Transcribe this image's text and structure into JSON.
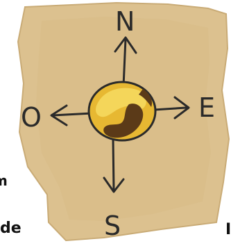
{
  "compass": {
    "north": "N",
    "east": "E",
    "south": "S",
    "west": "O"
  },
  "fragments": {
    "left_top": "m",
    "left_bottom": "de",
    "right": "I"
  },
  "colors": {
    "parchment": "#dcc18f",
    "parchment_dark": "#c9ab76",
    "ink": "#2a2a2a",
    "globe_gold": "#e7b832",
    "globe_light": "#f4d65a",
    "globe_brown": "#5b3a18"
  },
  "icon": "compass-rose-icon"
}
